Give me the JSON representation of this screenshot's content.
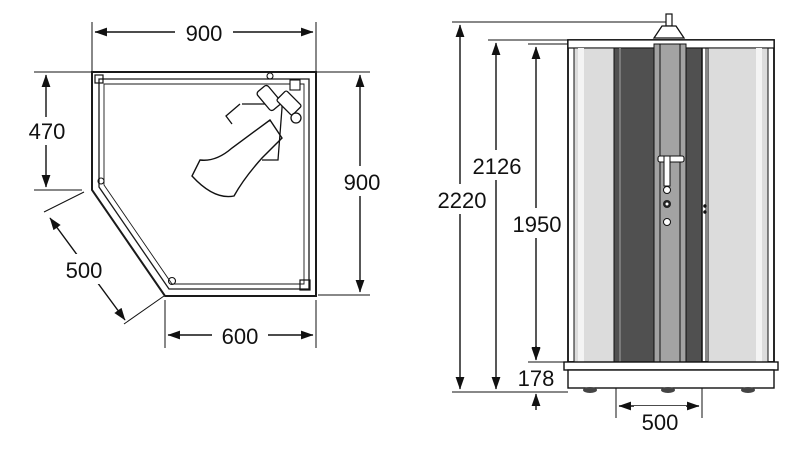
{
  "plan_view": {
    "width_label": "900",
    "depth_label": "900",
    "corner_depth_label": "470",
    "diagonal_label": "500",
    "front_label": "600",
    "icons": [
      "shower-head-icon",
      "mixer-tap-icon"
    ]
  },
  "front_view": {
    "total_height_label": "2220",
    "cabin_height_label": "2126",
    "panel_height_label": "1950",
    "base_height_label": "178",
    "door_width_label": "500",
    "icons": [
      "overhead-shower-icon",
      "handheld-shower-icon",
      "mixer-control-icon"
    ]
  },
  "colors": {
    "line": "#111111",
    "glass_dark": "#555555",
    "glass_light": "#d8d8d8",
    "column": "#9a9a9a"
  }
}
